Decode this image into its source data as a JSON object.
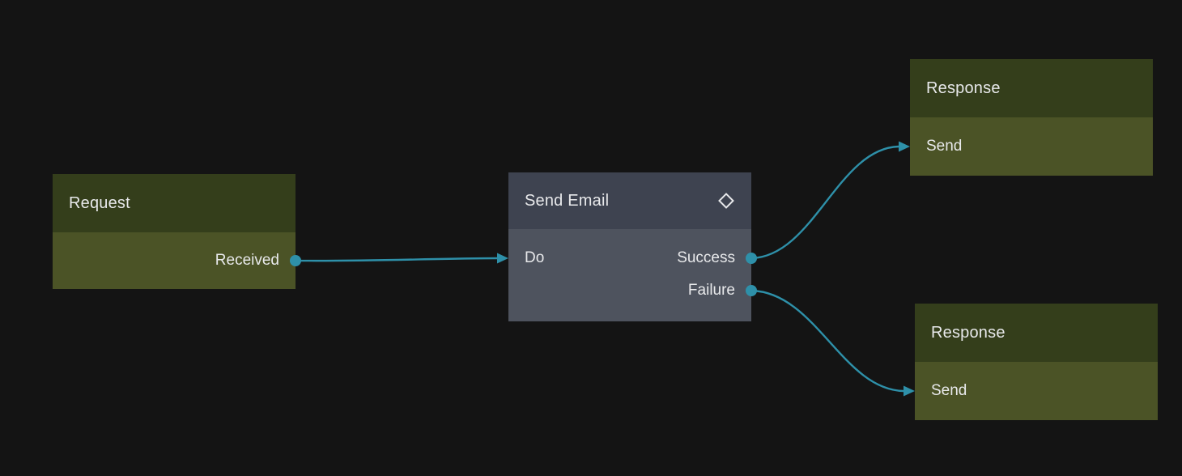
{
  "colors": {
    "background": "#141414",
    "edge": "#2e90a9",
    "port_dot": "#2e90a9",
    "event_header": "#343e1b",
    "event_body": "#4b5326",
    "action_header": "#3e4350",
    "action_body": "#4e535e",
    "text": "#e8e9eb"
  },
  "nodes": [
    {
      "id": "request",
      "type": "event",
      "title": "Request",
      "inputs": [],
      "outputs": [
        {
          "label": "Received"
        }
      ]
    },
    {
      "id": "send-email",
      "type": "action",
      "title": "Send Email",
      "icon": "diamond-icon",
      "inputs": [
        {
          "label": "Do"
        }
      ],
      "outputs": [
        {
          "label": "Success"
        },
        {
          "label": "Failure"
        }
      ]
    },
    {
      "id": "response-success",
      "type": "event",
      "title": "Response",
      "inputs": [
        {
          "label": "Send"
        }
      ],
      "outputs": []
    },
    {
      "id": "response-failure",
      "type": "event",
      "title": "Response",
      "inputs": [
        {
          "label": "Send"
        }
      ],
      "outputs": []
    }
  ],
  "edges": [
    {
      "from": "request.Received",
      "to": "send-email.Do"
    },
    {
      "from": "send-email.Success",
      "to": "response-success.Send"
    },
    {
      "from": "send-email.Failure",
      "to": "response-failure.Send"
    }
  ]
}
